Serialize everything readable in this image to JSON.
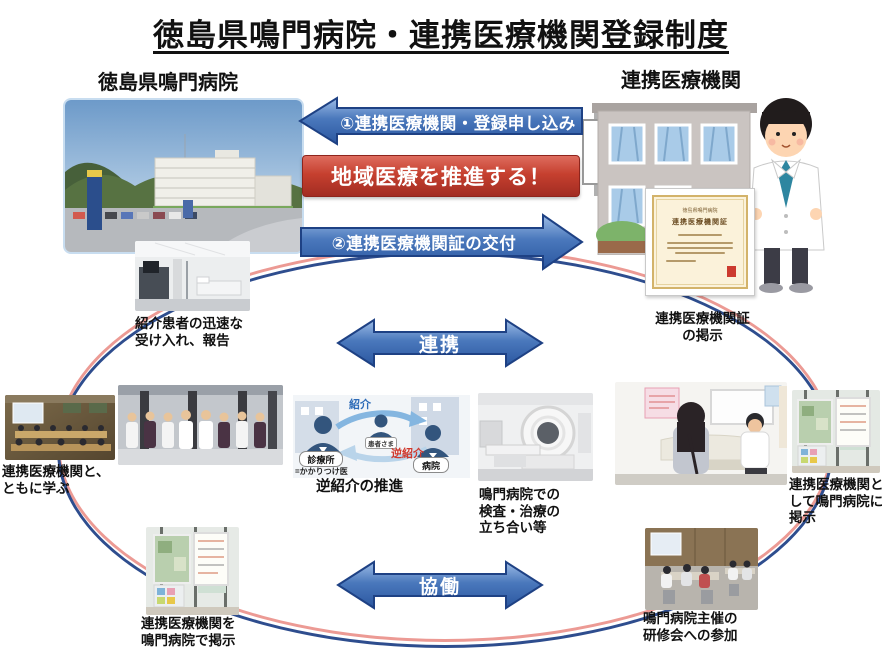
{
  "title": "徳島県鳴門病院・連携医療機関登録制度",
  "labels": {
    "hospital": "徳島県鳴門病院",
    "partner": "連携医療機関"
  },
  "flow": {
    "step1": "①連携医療機関・登録申し込み",
    "slogan": "地域医療を推進する！",
    "step2": "②連携医療機関証の交付",
    "relation_top": "連携",
    "relation_bottom": "協働"
  },
  "captions": {
    "referral_patients": "紹介患者の迅速な\n受け入れ、報告",
    "certificate_display": "連携医療機関証\nの掲示",
    "learn_together": "連携医療機関と、\nともに学ぶ",
    "reverse_referral": "逆紹介の推進",
    "exam_attendance": "鳴門病院での\n検査・治療の\n立ち合い等",
    "display_at_naruto": "連携医療機関と\nして鳴門病院に\n掲示",
    "display_boards": "連携医療機関を\n鳴門病院で掲示",
    "workshop_participation": "鳴門病院主催の\n研修会への参加"
  },
  "referral_diagram": {
    "referral": "紹介",
    "reverse_referral": "逆紹介",
    "patient": "患者さま",
    "clinic": "診療所",
    "clinic_note": "=かかりつけ医",
    "hospital": "病院"
  },
  "certificate": {
    "header": "徳島県鳴門病院",
    "title": "連携医療機関証"
  },
  "colors": {
    "arrow_blue": "#4a78bc",
    "arrow_border": "#1e4184",
    "banner_red": "#c6402f",
    "ring_blue": "#2e4d8e",
    "ring_pink": "#ec9a94"
  }
}
